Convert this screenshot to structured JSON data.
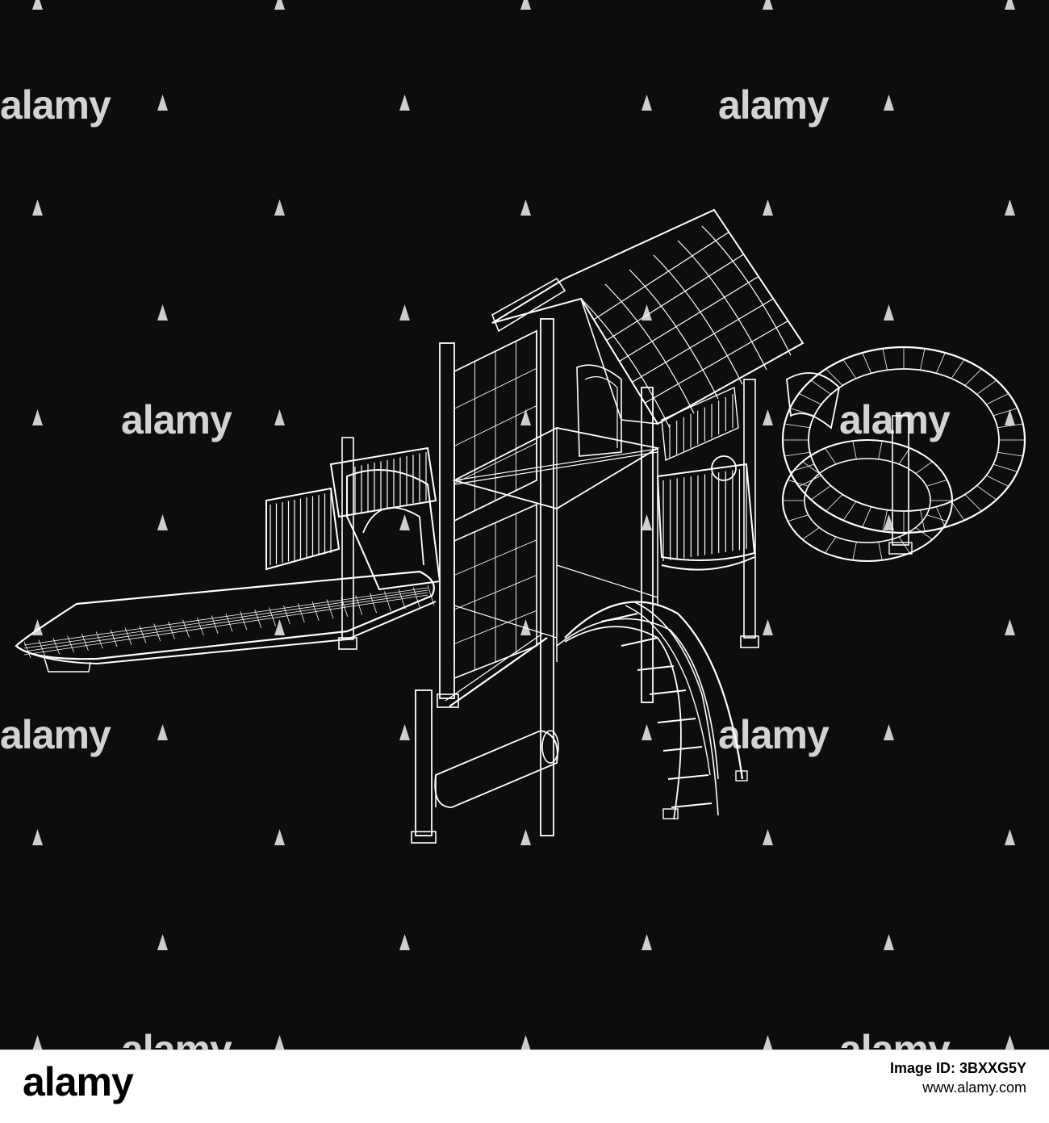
{
  "image": {
    "background_color": "#0d0d0d",
    "line_color": "#ffffff",
    "subject": "wireframe playground"
  },
  "watermark": {
    "word": "alamy",
    "mark_icon": "alamy-a-mark-icon"
  },
  "footer": {
    "brand": "alamy",
    "image_id_label": "Image ID: 3BXXG5Y",
    "url": "www.alamy.com"
  }
}
